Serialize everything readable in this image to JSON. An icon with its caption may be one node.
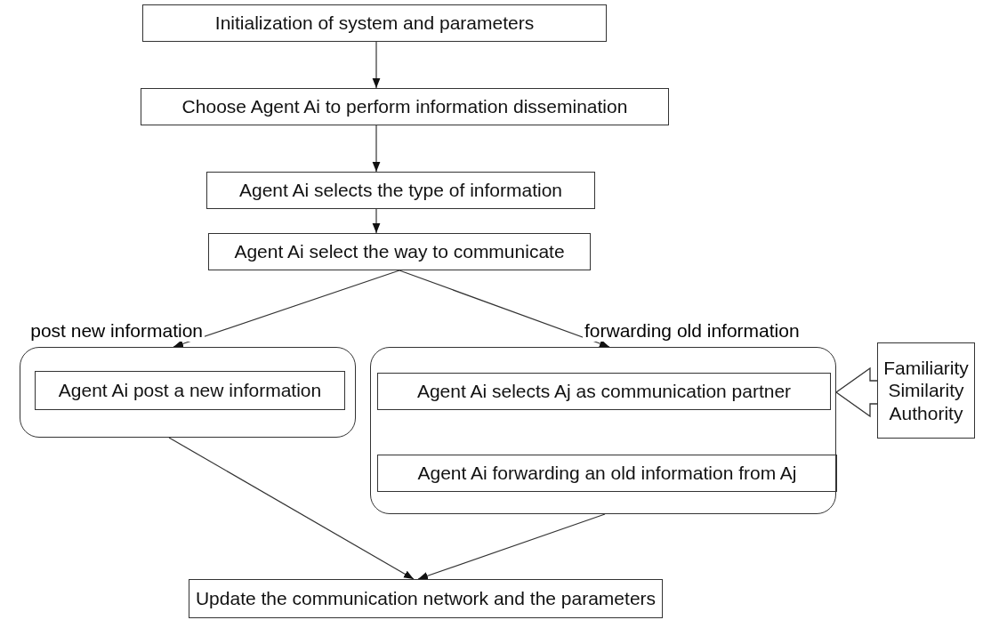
{
  "diagram": {
    "nodes": [
      {
        "text": [
          "Initialization of system and parameters"
        ]
      },
      {
        "text": [
          "Choose Agent Ai to perform information dissemination"
        ]
      },
      {
        "text": [
          "Agent Ai selects the type of information"
        ]
      },
      {
        "text": [
          "Agent Ai select the way to communicate"
        ]
      },
      {
        "text": [],
        "shape": "box"
      },
      {
        "text": [
          "Agent Ai post a new information"
        ],
        "in": 4
      },
      {
        "text": [],
        "shape": "box"
      },
      {
        "text": [
          "Agent Ai selects Aj as communication partner"
        ],
        "in": 6
      },
      {
        "text": [
          "Agent Ai forwarding an old information from Aj"
        ],
        "in": 6
      },
      {
        "text": [
          "Familiarity",
          "Similarity",
          "Authority"
        ]
      },
      {
        "text": [
          "Update the communication network and the parameters"
        ]
      }
    ],
    "edges": [
      {
        "from": 0,
        "to": 1,
        "arrow": "to"
      },
      {
        "from": 1,
        "to": 2,
        "arrow": "to"
      },
      {
        "from": 2,
        "to": 3,
        "arrow": "to"
      },
      {
        "from": 3,
        "to": 4,
        "arrow": "to",
        "label": "post new information"
      },
      {
        "from": 3,
        "to": 6,
        "arrow": "to",
        "label": "forwarding old information"
      },
      {
        "from": 4,
        "to": 10,
        "arrow": "to"
      },
      {
        "from": 6,
        "to": 10,
        "arrow": "to"
      },
      {
        "from": 9,
        "to": 6,
        "arrow": "to",
        "style": "thick"
      }
    ]
  }
}
